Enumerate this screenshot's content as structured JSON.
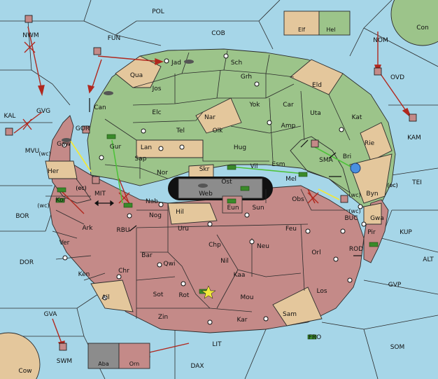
{
  "board": {
    "sea_color": "#a6d6e8",
    "green_color": "#9cc48a",
    "red_color": "#c48a88",
    "neutral_color": "#e4c79c",
    "grey_color": "#8c8c8c",
    "order_arrow_color": "#b1281e",
    "support_line_color": "#4ec23a",
    "retreat_line_color": "#f0e83a",
    "sea_labels": [
      "POL",
      "COB",
      "FUN",
      "NWM",
      "NOM",
      "OVD",
      "KAL",
      "GVG",
      "GOR",
      "MVU",
      "TEI",
      "KAM",
      "MIT",
      "BOR",
      "RBU",
      "BUC",
      "KUP",
      "ROD",
      "ALT",
      "DOR",
      "GVP",
      "FRO",
      "SOM",
      "LIT",
      "GVA",
      "SWM",
      "DAX",
      "SMA",
      "Con",
      "Cow"
    ],
    "green_land": [
      "Qua",
      "Jad",
      "Sch",
      "Jos",
      "Grh",
      "Eld",
      "Elc",
      "Nar",
      "Yok",
      "Car",
      "Uta",
      "Kat",
      "Tel",
      "Olk",
      "Amp",
      "Rie",
      "Gaw",
      "Gur",
      "Lan",
      "Hug",
      "Can",
      "Sap",
      "Nor",
      "Vil",
      "Esm",
      "Bri",
      "Mel"
    ],
    "red_land": [
      "Skr",
      "Ost",
      "Web",
      "Eun",
      "Sun",
      "Obs",
      "Byn",
      "Kor",
      "Her",
      "Nab",
      "Nog",
      "Hil",
      "Ark",
      "Uru",
      "Feu",
      "Gwa",
      "Pir",
      "Ver",
      "Chp",
      "Neu",
      "Orl",
      "Bar",
      "Qwi",
      "Nil",
      "Ken",
      "Chr",
      "Kaa",
      "Los",
      "Ail",
      "Sot",
      "Rot",
      "Mou",
      "Zin",
      "Kar",
      "Sam"
    ],
    "coast_tags": [
      "(wc)",
      "(ec)",
      "(wc)",
      "(ec)",
      "(wc)",
      "(ec)",
      "(wc)",
      "(ec)"
    ],
    "home_boxes": [
      {
        "name": "Elf",
        "color": "#e4c79c"
      },
      {
        "name": "Hel",
        "color": "#9cc48a"
      },
      {
        "name": "Aba",
        "color": "#8c8c8c"
      },
      {
        "name": "Orn",
        "color": "#c48a88"
      }
    ]
  }
}
